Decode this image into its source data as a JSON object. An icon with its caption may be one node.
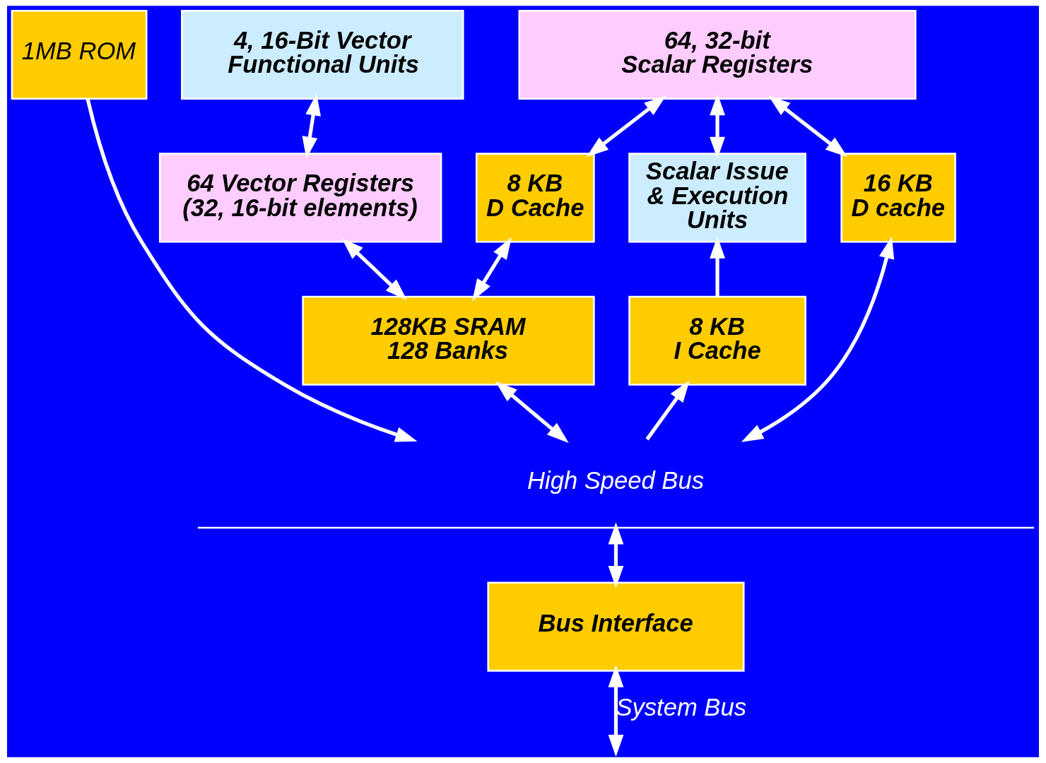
{
  "diagram": {
    "nodes": [
      {
        "text": [
          "4, 16-Bit Vector Functional Units"
        ]
      },
      {
        "text": [
          "64, 32-bit Scalar Registers"
        ]
      },
      {
        "text": [
          "1MB ROM"
        ]
      },
      {
        "text": [
          "64 Vector Registers (32, 16-bit elements)"
        ]
      },
      {
        "text": [
          "8 KB D Cache"
        ]
      },
      {
        "text": [
          "16 KB D cache"
        ]
      },
      {
        "text": [
          "Scalar Issue & Execution Units"
        ]
      },
      {
        "text": [
          "128KB SRAM 128 Banks"
        ]
      },
      {
        "text": [
          "8 KB I Cache"
        ]
      },
      {
        "text": [
          "High Speed Bus"
        ]
      },
      {
        "text": [
          "Bus Interface"
        ]
      }
    ],
    "edges": [
      {
        "from": 0,
        "to": 3,
        "arrow": "both"
      },
      {
        "from": 1,
        "to": 4,
        "arrow": "both"
      },
      {
        "from": 1,
        "to": 5,
        "arrow": "both"
      },
      {
        "from": 1,
        "to": 6,
        "arrow": "both"
      },
      {
        "from": 3,
        "to": 7,
        "arrow": "both"
      },
      {
        "from": 4,
        "to": 7,
        "arrow": "both"
      },
      {
        "from": 8,
        "to": 6,
        "arrow": "to"
      },
      {
        "from": 5,
        "to": 9,
        "arrow": "both"
      },
      {
        "from": 7,
        "to": 9,
        "arrow": "both"
      },
      {
        "from": 9,
        "to": 8,
        "arrow": "to"
      },
      {
        "from": 2,
        "to": 9,
        "arrow": "to"
      },
      {
        "from": 9,
        "to": 10,
        "arrow": "both"
      },
      {
        "from": 10,
        "to": null,
        "arrow": "both",
        "label": "System Bus"
      }
    ]
  }
}
